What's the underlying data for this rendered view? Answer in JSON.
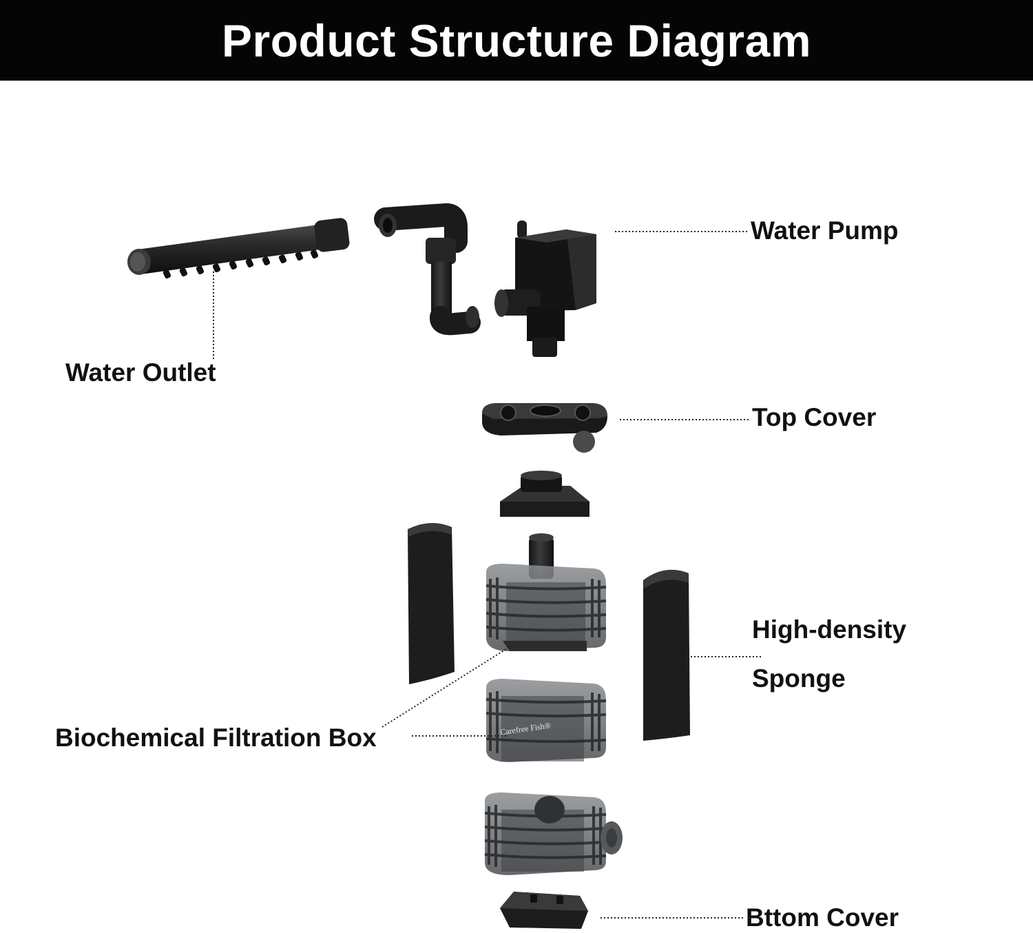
{
  "header": {
    "title": "Product Structure Diagram"
  },
  "labels": {
    "water_pump": "Water Pump",
    "water_outlet": "Water Outlet",
    "top_cover": "Top Cover",
    "sponge_line1": "High-density",
    "sponge_line2": "Sponge",
    "filtration_box": "Biochemical Filtration Box",
    "bottom_cover": "Bttom Cover"
  },
  "brand_mark": "Carefree Fish®",
  "colors": {
    "header_bg": "#050505",
    "header_text": "#ffffff",
    "part_dark": "#1e1e1e",
    "part_grey": "#55595c",
    "label_text": "#111111"
  }
}
